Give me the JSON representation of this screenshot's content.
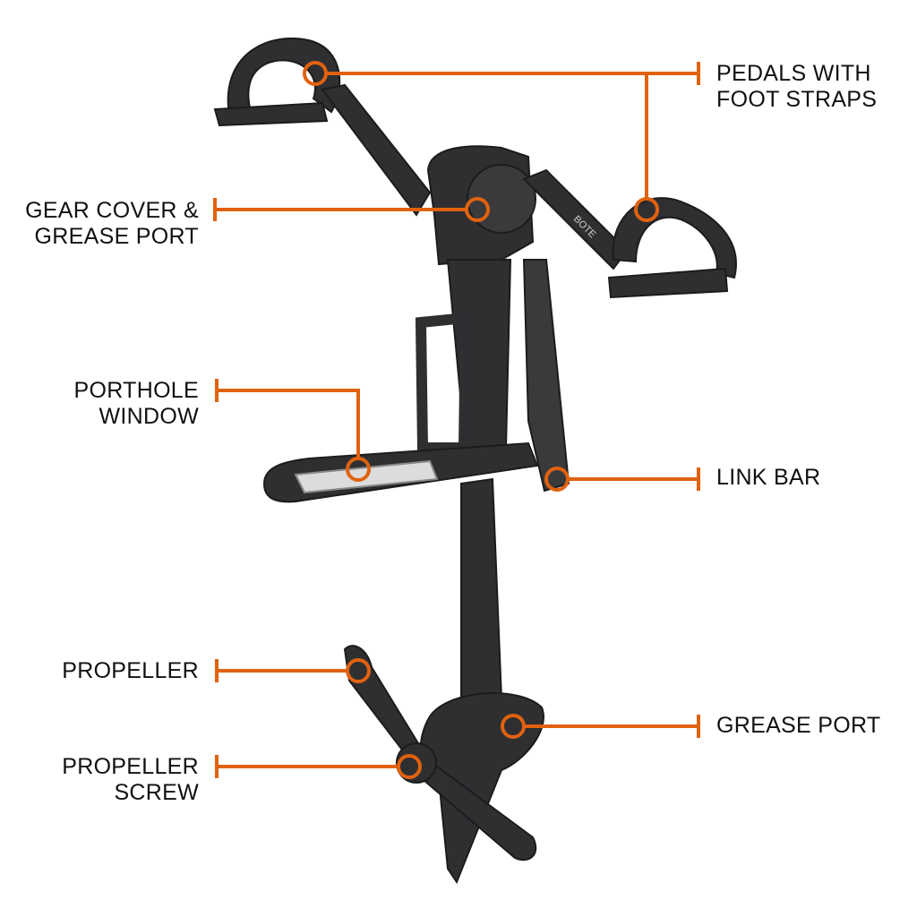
{
  "colors": {
    "accent": "#e0620f",
    "product": "#2f2f32",
    "label_text": "#111111",
    "background": "#ffffff"
  },
  "callouts": [
    {
      "id": "pedals",
      "line1": "PEDALS WITH",
      "line2": "FOOT STRAPS"
    },
    {
      "id": "gear_cover",
      "line1": "GEAR COVER &",
      "line2": "GREASE PORT"
    },
    {
      "id": "porthole",
      "line1": "PORTHOLE",
      "line2": "WINDOW"
    },
    {
      "id": "link_bar",
      "line1": "LINK BAR"
    },
    {
      "id": "propeller",
      "line1": "PROPELLER"
    },
    {
      "id": "grease_port",
      "line1": "GREASE PORT"
    },
    {
      "id": "propeller_screw",
      "line1": "PROPELLER",
      "line2": "SCREW"
    }
  ],
  "product": {
    "brand_mark": "BOTE"
  }
}
